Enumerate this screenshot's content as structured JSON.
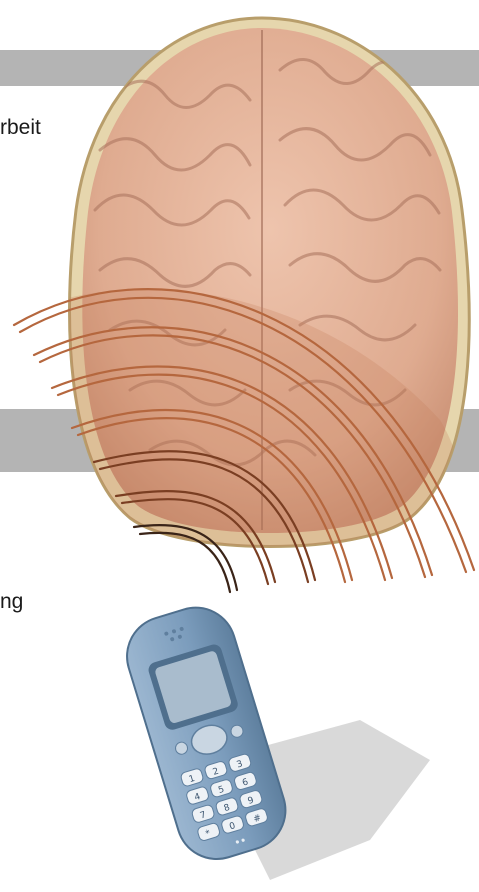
{
  "edge_texts": {
    "line1": "rbeit",
    "line2": "ng"
  },
  "phone": {
    "keys": [
      "1",
      "2",
      "3",
      "4",
      "5",
      "6",
      "7",
      "8",
      "9",
      "*",
      "0",
      "#"
    ]
  },
  "colors": {
    "band": "#b4b4b4",
    "brain": "#e2b39a",
    "skull": "#e8d9b0",
    "wave": "#b5673e",
    "phone_body": "#7f9fbe",
    "phone_screen": "#a9bccd"
  }
}
